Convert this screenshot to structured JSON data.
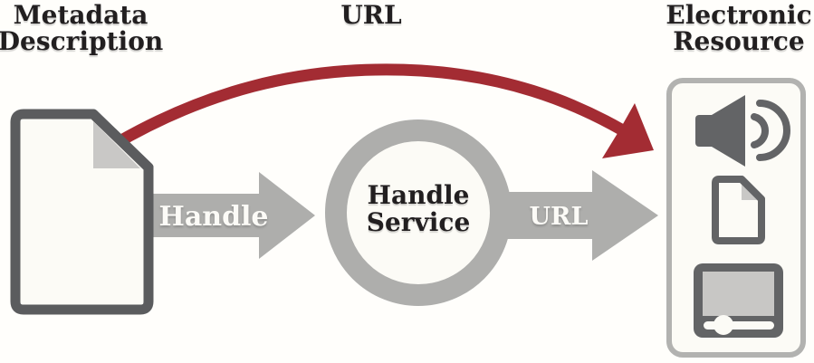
{
  "diagram": {
    "top_labels": {
      "left": "Metadata\nDescription",
      "center": "URL",
      "right": "Electronic\nResource"
    },
    "nodes": {
      "metadata_document": {
        "type": "document-icon",
        "label": ""
      },
      "handle_service": {
        "type": "circle",
        "label": "Handle\nService"
      },
      "electronic_resource": {
        "type": "rounded-box",
        "icons": [
          "speaker-icon",
          "file-icon",
          "media-player-icon"
        ]
      }
    },
    "arrows": [
      {
        "name": "handle-arrow",
        "label": "Handle",
        "from": "metadata_document",
        "to": "handle_service",
        "style": "straight-gray"
      },
      {
        "name": "url-arrow",
        "label": "URL",
        "from": "handle_service",
        "to": "electronic_resource",
        "style": "straight-gray"
      },
      {
        "name": "redirect-arrow",
        "label": "",
        "from": "metadata_document",
        "to": "electronic_resource",
        "style": "curved-red"
      }
    ],
    "colors": {
      "red": "#a32c33",
      "arrow_gray": "#aeaeac",
      "dark_gray": "#5b5c5e",
      "light_gray": "#c9c8c6",
      "fill_offwhite": "#fcfbf6",
      "text_dark": "#221f20",
      "text_white": "#fcfbf7",
      "background": "#fffefb"
    }
  }
}
